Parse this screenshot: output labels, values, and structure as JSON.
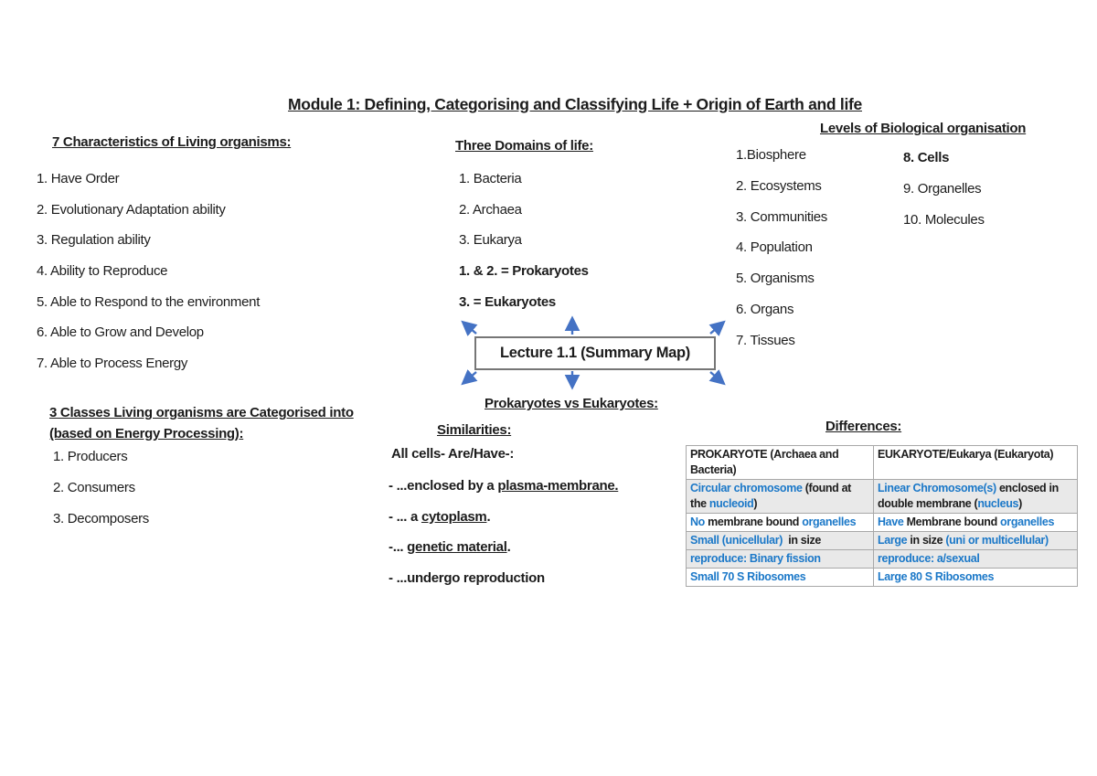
{
  "colors": {
    "text_color": "#1c1c1c",
    "table_blue": "#1b78c8",
    "arrow_blue": "#4472c4",
    "row_shade": "#e9e9e9"
  },
  "title": "Module 1: Defining, Categorising and Classifying Life + Origin of Earth and life",
  "characteristics": {
    "heading": "7 Characteristics of Living organisms:",
    "items": [
      "1. Have Order",
      "2. Evolutionary Adaptation ability",
      "3. Regulation ability",
      "4. Ability to Reproduce",
      "5. Able to Respond to the environment",
      "6. Able to Grow and Develop",
      "7. Able to Process Energy"
    ]
  },
  "domains": {
    "heading": "Three Domains of life:",
    "items": [
      "1. Bacteria",
      "2. Archaea",
      "3. Eukarya"
    ],
    "notes": [
      "1. & 2. = Prokaryotes",
      "3. = Eukaryotes"
    ]
  },
  "levels": {
    "heading": "Levels of Biological organisation",
    "column1": [
      "1.Biosphere",
      "2. Ecosystems",
      "3. Communities",
      "4. Population",
      "5. Organisms",
      "6. Organs",
      "7. Tissues"
    ],
    "column2": [
      "8. Cells",
      "9. Organelles",
      "10. Molecules"
    ]
  },
  "summary_box": {
    "label": "Lecture 1.1 (Summary Map)"
  },
  "classes_section": {
    "heading_lines": [
      "3 Classes Living organisms are Categorised into",
      "(based on Energy Processing):"
    ],
    "items": [
      "1. Producers",
      "2. Consumers",
      "3. Decomposers"
    ]
  },
  "prok_vs_euk": {
    "heading": "Prokaryotes vs Eukaryotes:",
    "similarities_heading": "Similarities:",
    "intro": "All cells- Are/Have-:",
    "bullets": [
      [
        {
          "t": "- ...enclosed by a "
        },
        {
          "t": "plasma-membrane.",
          "u": true
        }
      ],
      [
        {
          "t": "- ... a "
        },
        {
          "t": "cytoplasm",
          "u": true
        },
        {
          "t": "."
        }
      ],
      [
        {
          "t": "-... "
        },
        {
          "t": "genetic material",
          "u": true
        },
        {
          "t": "."
        }
      ],
      [
        {
          "t": "- ...undergo reproduction"
        }
      ]
    ]
  },
  "differences": {
    "heading": "Differences:",
    "table": {
      "header": [
        "PROKARYOTE (Archaea and Bacteria)",
        "EUKARYOTE/Eukarya (Eukaryota)"
      ],
      "rows": [
        {
          "shaded": true,
          "cells": [
            [
              {
                "t": "Circular chromosome ",
                "c": "blue"
              },
              {
                "t": "(found at the ",
                "c": "black"
              },
              {
                "t": "nucleoid",
                "c": "blue"
              },
              {
                "t": ")",
                "c": "black"
              }
            ],
            [
              {
                "t": "Linear Chromosome(s) ",
                "c": "blue"
              },
              {
                "t": "enclosed in double membrane (",
                "c": "black"
              },
              {
                "t": "nucleus",
                "c": "blue"
              },
              {
                "t": ")",
                "c": "black"
              }
            ]
          ]
        },
        {
          "shaded": false,
          "cells": [
            [
              {
                "t": "No ",
                "c": "blue"
              },
              {
                "t": "membrane bound ",
                "c": "black"
              },
              {
                "t": "organelles",
                "c": "blue"
              }
            ],
            [
              {
                "t": "Have ",
                "c": "blue"
              },
              {
                "t": "Membrane bound ",
                "c": "black"
              },
              {
                "t": "organelles",
                "c": "blue"
              }
            ]
          ]
        },
        {
          "shaded": true,
          "cells": [
            [
              {
                "t": "Small (unicellular)",
                "c": "blue"
              },
              {
                "t": "  in size",
                "c": "black"
              }
            ],
            [
              {
                "t": "Large ",
                "c": "blue"
              },
              {
                "t": "in size ",
                "c": "black"
              },
              {
                "t": "(uni or multicellular)",
                "c": "blue"
              }
            ]
          ]
        },
        {
          "shaded": true,
          "cells": [
            [
              {
                "t": "reproduce: Binary fission",
                "c": "blue"
              }
            ],
            [
              {
                "t": "reproduce: a/sexual",
                "c": "blue"
              }
            ]
          ]
        },
        {
          "shaded": false,
          "cells": [
            [
              {
                "t": "Small 70 S Ribosomes",
                "c": "blue"
              }
            ],
            [
              {
                "t": "Large 80 S Ribosomes",
                "c": "blue"
              }
            ]
          ]
        }
      ]
    }
  }
}
